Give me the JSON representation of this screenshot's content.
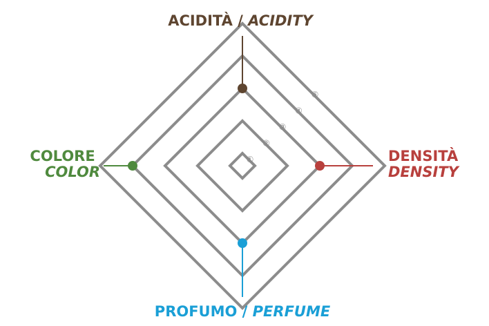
{
  "chart_data": {
    "type": "radar",
    "scale_min": 1,
    "scale_max": 5,
    "scale_labels": [
      "①",
      "②",
      "③",
      "④",
      "⑤"
    ],
    "axes": [
      {
        "key": "acidity",
        "label": "ACIDITÀ",
        "label_sep": " / ",
        "label_en": "ACIDITY",
        "color": "#5e4530",
        "value": 3
      },
      {
        "key": "density",
        "label": "DENSITÀ",
        "label_sep": "",
        "label_en": "DENSITY",
        "color": "#b8403d",
        "value": 3
      },
      {
        "key": "perfume",
        "label": "PROFUMO",
        "label_sep": " / ",
        "label_en": "PERFUME",
        "color": "#1a9fd6",
        "value": 3
      },
      {
        "key": "color",
        "label": "COLORE",
        "label_sep": "",
        "label_en": "COLOR",
        "color": "#4f8a3e",
        "value": 4
      }
    ],
    "grid_color": "#8c8c8c"
  }
}
